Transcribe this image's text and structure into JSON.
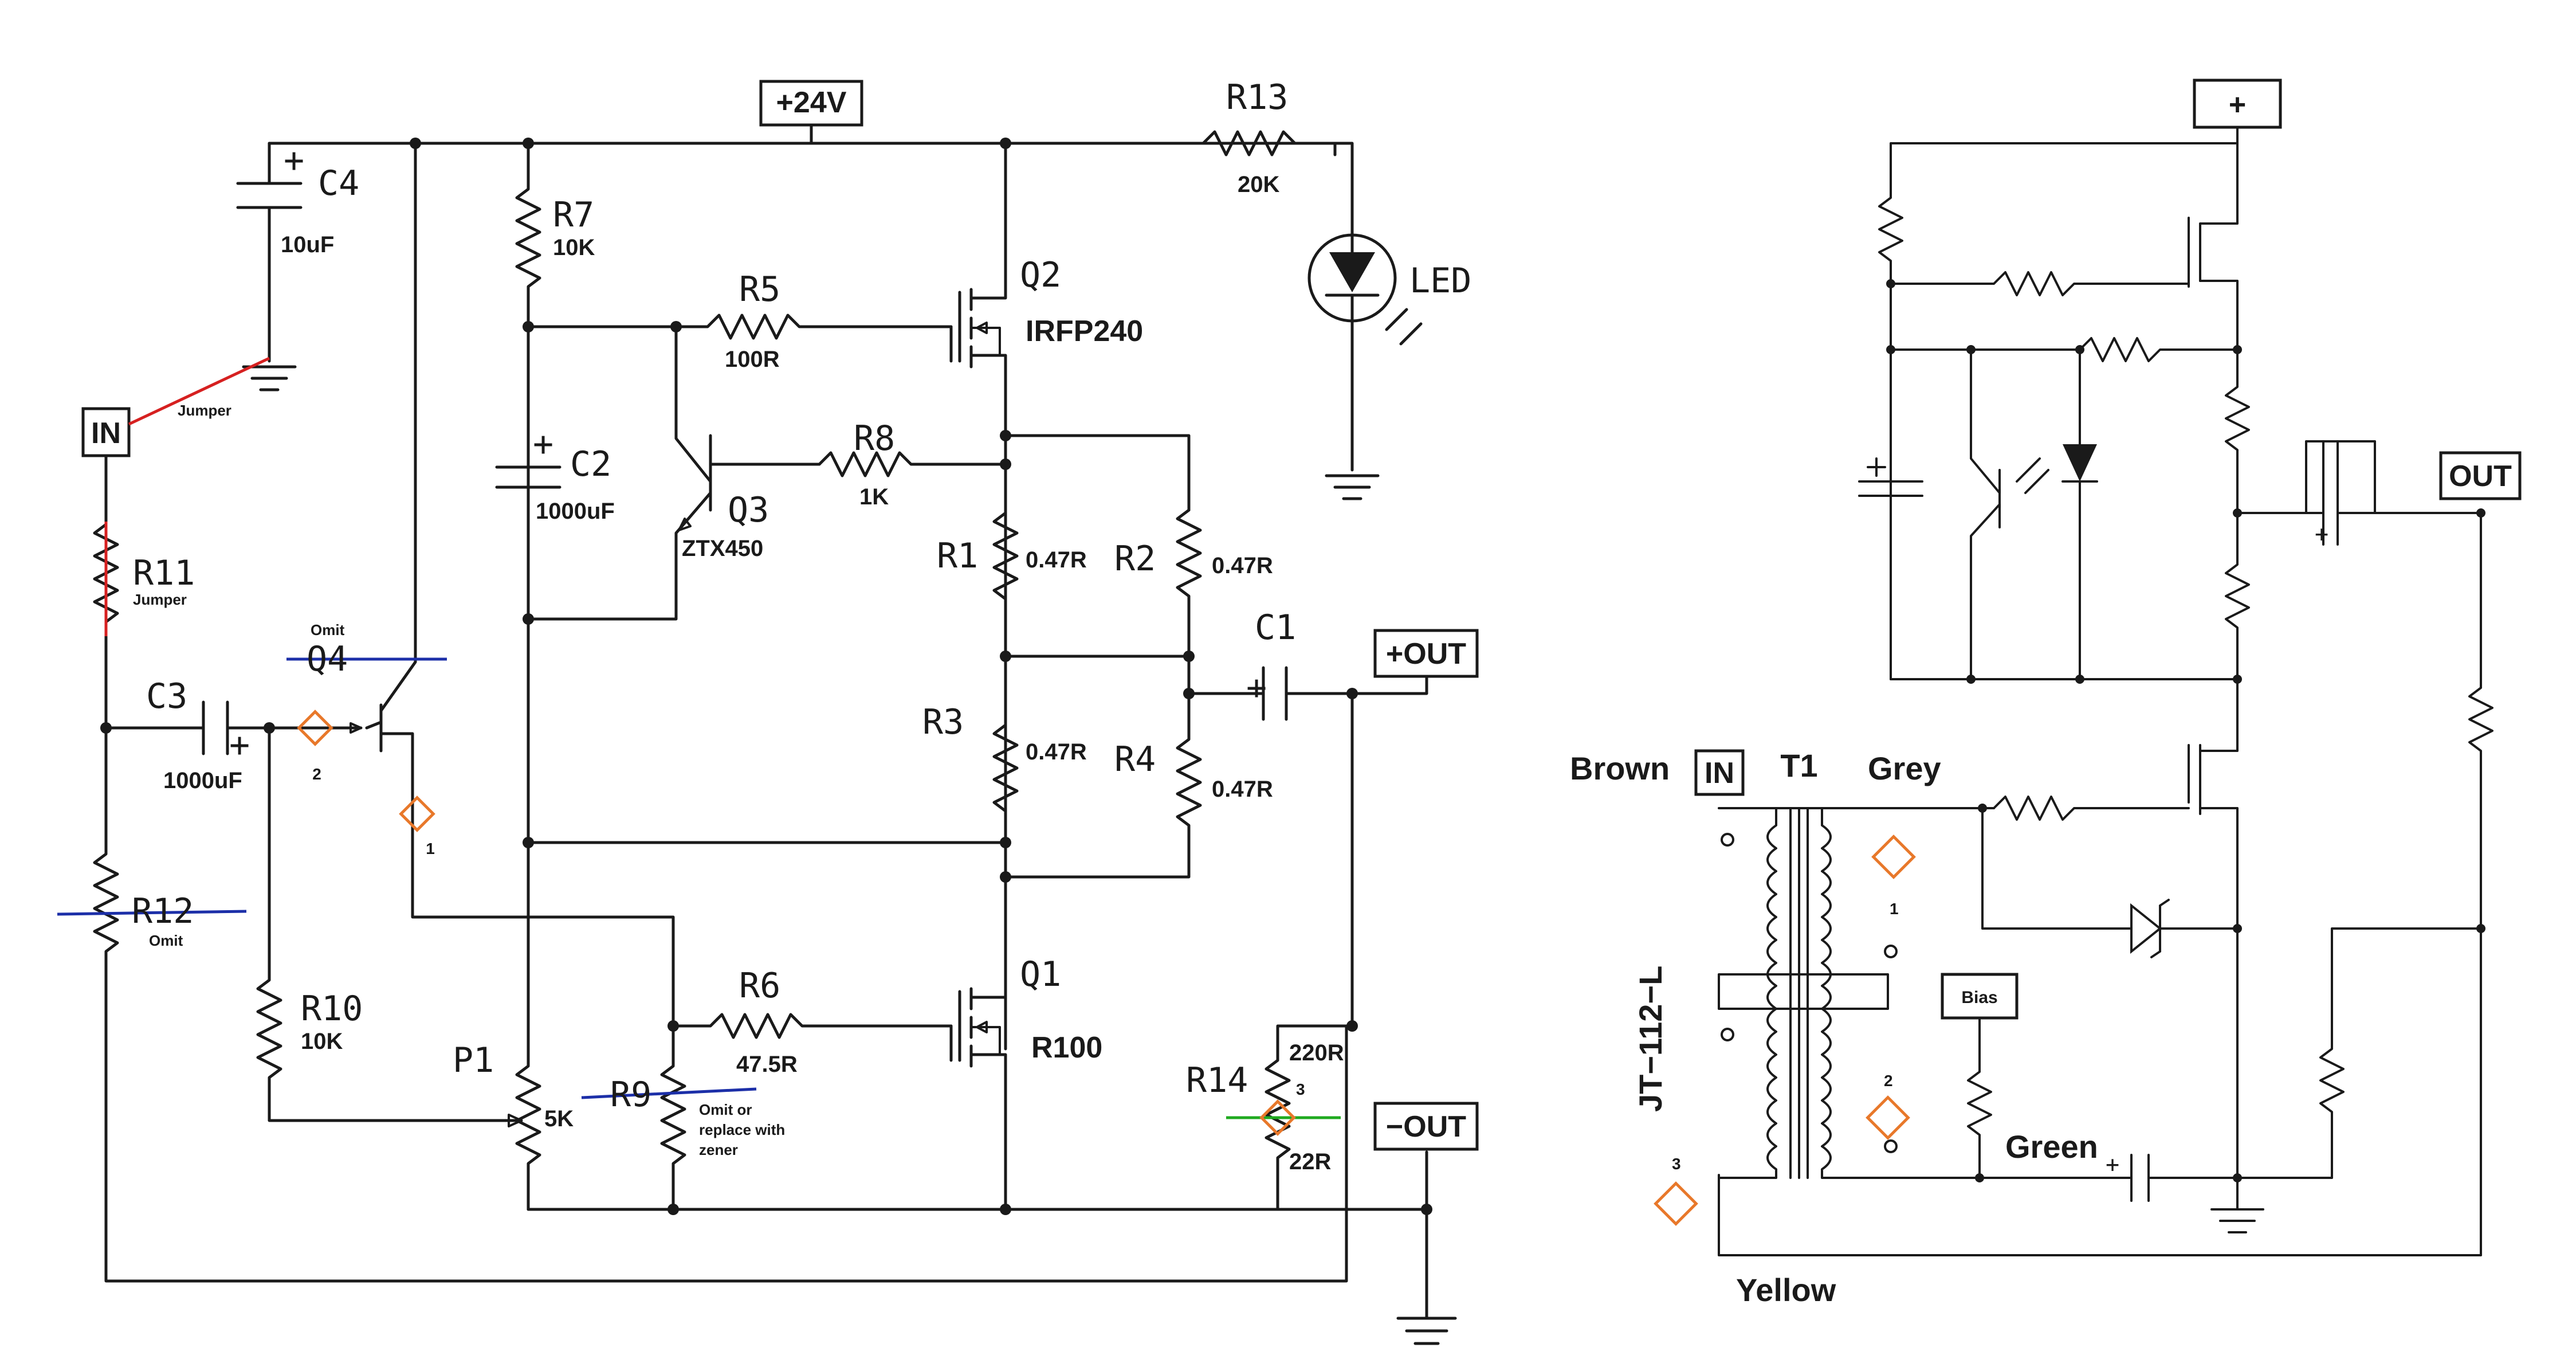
{
  "left": {
    "supply": "+24V",
    "components": {
      "R13": {
        "ref": "R13",
        "value": "20K"
      },
      "LED": {
        "ref": "LED"
      },
      "C4": {
        "ref": "C4",
        "value": "10uF"
      },
      "R7": {
        "ref": "R7",
        "value": "10K"
      },
      "R5": {
        "ref": "R5",
        "value": "100R"
      },
      "Q2": {
        "ref": "Q2",
        "value": "IRFP240"
      },
      "C2": {
        "ref": "C2",
        "value": "1000uF"
      },
      "Q3": {
        "ref": "Q3",
        "value": "ZTX450"
      },
      "R8": {
        "ref": "R8",
        "value": "1K"
      },
      "R1": {
        "ref": "R1",
        "value": "0.47R"
      },
      "R2": {
        "ref": "R2",
        "value": "0.47R"
      },
      "R3": {
        "ref": "R3",
        "value": "0.47R"
      },
      "R4": {
        "ref": "R4",
        "value": "0.47R"
      },
      "C1": {
        "ref": "C1"
      },
      "R11": {
        "ref": "R11",
        "note": "Jumper"
      },
      "C3": {
        "ref": "C3",
        "value": "1000uF"
      },
      "Q4": {
        "ref": "Q4",
        "note": "Omit"
      },
      "R12": {
        "ref": "R12",
        "note": "Omit"
      },
      "R10": {
        "ref": "R10",
        "value": "10K"
      },
      "P1": {
        "ref": "P1",
        "value": "5K"
      },
      "R6": {
        "ref": "R6",
        "value": "47.5R"
      },
      "R9": {
        "ref": "R9",
        "note_lines": [
          "Omit or",
          "replace with",
          "zener"
        ]
      },
      "Q1": {
        "ref": "Q1",
        "value": "R100"
      },
      "R14": {
        "ref": "R14",
        "value_top": "220R",
        "value_bottom": "22R"
      }
    },
    "terminals": {
      "in": "IN",
      "out_pos": "+OUT",
      "out_neg": "−OUT"
    },
    "jumper_note": "Jumper",
    "marker_numbers": [
      "1",
      "2",
      "3"
    ],
    "plus_sign": "+"
  },
  "right": {
    "terminals": {
      "plus": "+",
      "out": "OUT",
      "in": "IN"
    },
    "transformer": {
      "ref": "T1",
      "part": "JT−112−L"
    },
    "wire_colors": {
      "brown": "Brown",
      "grey": "Grey",
      "green": "Green",
      "yellow": "Yellow"
    },
    "bias": "Bias",
    "marker_numbers": [
      "1",
      "2",
      "3"
    ]
  },
  "colors": {
    "marker": "#e8782a",
    "jumper_line": "#d62020",
    "omit_line": "#1c2fa8",
    "r14_line": "#1faa1f"
  }
}
